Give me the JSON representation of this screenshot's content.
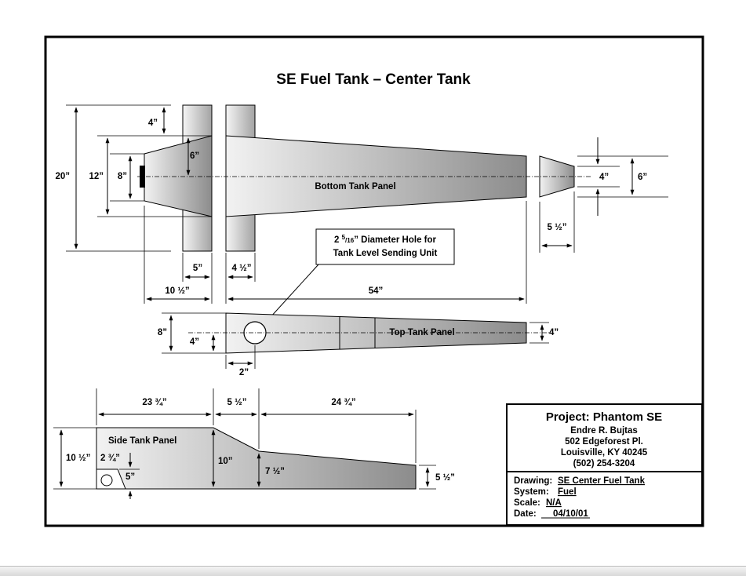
{
  "title": "SE Fuel Tank – Center Tank",
  "bottom_panel": {
    "label": "Bottom Tank Panel",
    "dim_height_total": "20”",
    "dim_height_mid": "12”",
    "dim_height_small": "8”",
    "dim_top_offset": "4”",
    "dim_cone_inner": "6”",
    "dim_width_5": "5”",
    "dim_width_4_5": "4 ½”",
    "dim_length_10_5": "10 ½”",
    "dim_length_54": "54”",
    "end_piece": {
      "dim_inner": "4”",
      "dim_outer": "6”",
      "dim_length": "5 ½”"
    }
  },
  "hole_note": {
    "line1_prefix": "2 ",
    "frac_num": "5",
    "frac_den": "16",
    "line1_suffix": "” Diameter Hole for",
    "line2": "Tank Level Sending Unit"
  },
  "top_panel": {
    "label": "Top Tank Panel",
    "dim_left_height": "8”",
    "dim_half_height": "4”",
    "dim_right_height": "4”",
    "dim_hole_offset": "2”"
  },
  "side_panel": {
    "label": "Side Tank Panel",
    "dim_seg1": "23 ¾”",
    "dim_seg2": "5 ½”",
    "dim_seg3": "24 ¾”",
    "dim_left_height": "10 ½”",
    "dim_hole_top": "2 ¾”",
    "dim_hole_height": "5”",
    "dim_mid_height": "10”",
    "dim_step_height": "7 ½”",
    "dim_right_height": "5 ½”"
  },
  "title_block": {
    "project": "Project: Phantom SE",
    "name": "Endre R. Bujtas",
    "street": "502 Edgeforest Pl.",
    "city": "Louisville, KY 40245",
    "phone": "(502) 254-3204",
    "drawing_label": "Drawing:",
    "drawing_value": "SE Center Fuel Tank",
    "system_label": "System:",
    "system_value": "Fuel",
    "scale_label": "Scale:",
    "scale_value": "N/A",
    "date_label": "Date:",
    "date_value": "04/10/01"
  },
  "colors": {
    "panel_light": "#f2f2f2",
    "panel_dark": "#8c8c8c"
  }
}
